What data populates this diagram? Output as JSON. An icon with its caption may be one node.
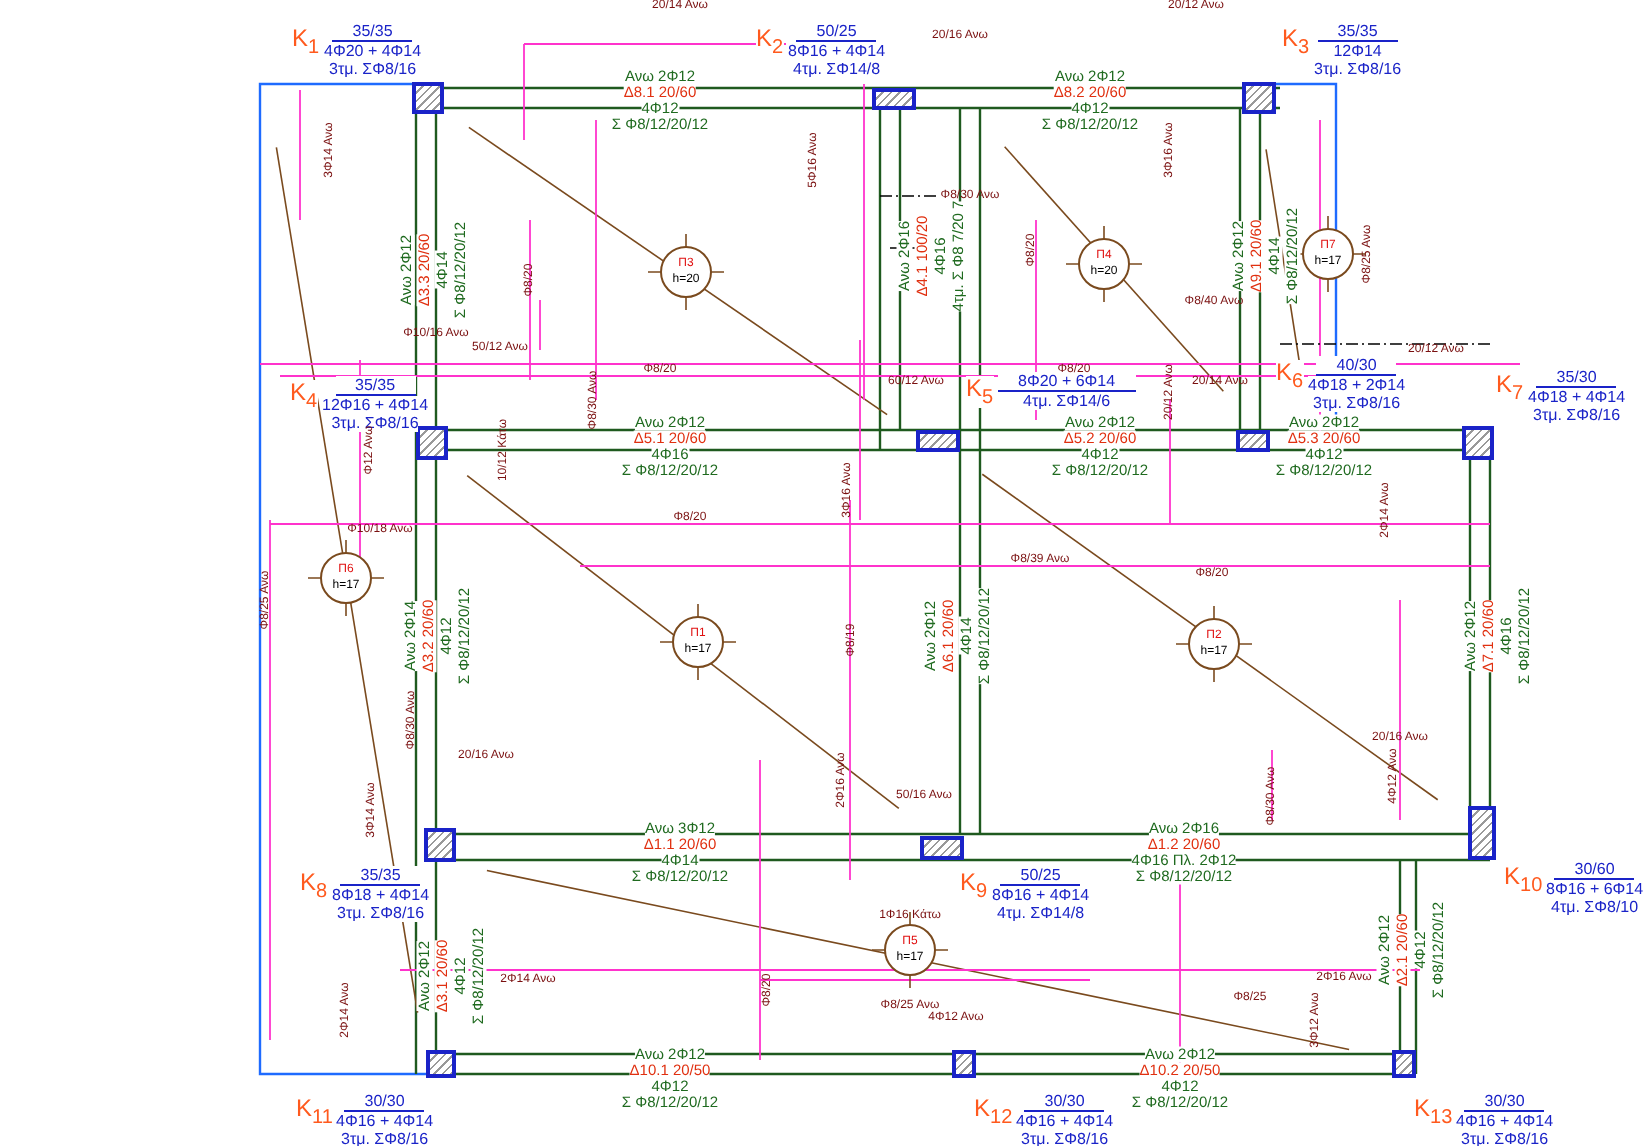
{
  "diagram": {
    "nodes": [
      {
        "text": [],
        "shape": "box",
        "beside": [
          "Κ$_{1}$",
          "35/35",
          "4Φ20 + 4Φ14",
          "3τμ. ΣΦ8/16"
        ]
      },
      {
        "text": [],
        "shape": "box",
        "beside": [
          "Κ$_{2}$",
          "50/25",
          "8Φ16 + 4Φ14",
          "4τμ. ΣΦ14/8"
        ]
      },
      {
        "text": [],
        "shape": "box",
        "beside": [
          "Κ$_{3}$",
          "35/35",
          "12Φ14",
          "3τμ. ΣΦ8/16"
        ]
      },
      {
        "text": [
          "Π3",
          "h=20"
        ]
      },
      {
        "text": [
          "Π4",
          "h=20"
        ]
      },
      {
        "text": [
          "Π7",
          "h=17"
        ]
      },
      {
        "text": [],
        "shape": "box",
        "beside": [
          "Κ$_{4}$",
          "35/35",
          "12Φ16 + 4Φ14",
          "3τμ. ΣΦ8/16"
        ]
      },
      {
        "text": [],
        "shape": "box",
        "beside": [
          "Κ$_{5}$",
          "8Φ20 + 6Φ14",
          "4τμ. ΣΦ14/6"
        ]
      },
      {
        "text": [],
        "shape": "box",
        "beside": [
          "Κ$_{6}$",
          "40/30",
          "4Φ18 + 2Φ14",
          "3τμ. ΣΦ8/16"
        ]
      },
      {
        "text": [],
        "shape": "box",
        "beside": [
          "Κ$_{7}$",
          "35/30",
          "4Φ18 + 4Φ14",
          "3τμ. ΣΦ8/16"
        ]
      },
      {
        "text": [
          "Π6",
          "h=17"
        ]
      },
      {
        "text": [
          "Π1",
          "h=17"
        ]
      },
      {
        "text": [
          "Π2",
          "h=17"
        ]
      },
      {
        "text": [],
        "shape": "box",
        "beside": [
          "Κ$_{8}$",
          "35/35",
          "8Φ18 + 4Φ14",
          "3τμ. ΣΦ8/16"
        ]
      },
      {
        "text": [],
        "shape": "box",
        "beside": [
          "Κ$_{9}$",
          "50/25",
          "8Φ16 + 4Φ14",
          "4τμ. ΣΦ14/8"
        ]
      },
      {
        "text": [],
        "shape": "box",
        "beside": [
          "Κ$_{10}$",
          "30/60",
          "8Φ16 + 6Φ14",
          "4τμ. ΣΦ8/10"
        ]
      },
      {
        "text": [
          "Π5",
          "h=17"
        ]
      },
      {
        "text": [],
        "shape": "box",
        "beside": [
          "Κ$_{11}$",
          "30/30",
          "4Φ16 + 4Φ14",
          "3τμ. ΣΦ8/16"
        ]
      },
      {
        "text": [],
        "shape": "box",
        "beside": [
          "Κ$_{12}$",
          "30/30",
          "4Φ16 + 4Φ14",
          "3τμ. ΣΦ8/16"
        ]
      },
      {
        "text": [],
        "shape": "box",
        "beside": [
          "Κ$_{13}$",
          "30/30",
          "4Φ16 + 4Φ14",
          "3τμ. ΣΦ8/16"
        ]
      }
    ],
    "labels": [
      "Ανω 2Φ12",
      "Δ8.1 20/60",
      "4Φ12",
      "Σ Φ8/12/20/12",
      "Ανω 2Φ12",
      "Δ8.2 20/60",
      "4Φ12",
      "Σ Φ8/12/20/12",
      "Ανω 2Φ12",
      "Δ3.3 20/60",
      "4Φ14",
      "Σ Φ8/12/20/12",
      "Ανω 2Φ16",
      "Δ4.1 100/20",
      "4Φ16",
      "4τμ. Σ Φ8 7/20 7",
      "Ανω 2Φ12",
      "Δ9.1 20/60",
      "4Φ14",
      "Σ Φ8/12/20/12",
      "Ανω 2Φ12",
      "Δ5.1 20/60",
      "4Φ16",
      "Σ Φ8/12/20/12",
      "Ανω 2Φ12",
      "Δ5.2 20/60",
      "4Φ12",
      "Σ Φ8/12/20/12",
      "Ανω 2Φ12",
      "Δ5.3 20/60",
      "4Φ12",
      "Σ Φ8/12/20/12",
      "Ανω 2Φ14",
      "Δ3.2 20/60",
      "4Φ12",
      "Σ Φ8/12/20/12",
      "Ανω 2Φ12",
      "Δ6.1 20/60",
      "4Φ14",
      "Σ Φ8/12/20/12",
      "Ανω 2Φ12",
      "Δ7.1 20/60",
      "4Φ16",
      "Σ Φ8/12/20/12",
      "Ανω 3Φ12",
      "Δ1.1 20/60",
      "4Φ14",
      "Σ Φ8/12/20/12",
      "Ανω 2Φ16",
      "Δ1.2 20/60",
      "4Φ16 Πλ. 2Φ12",
      "Σ Φ8/12/20/12",
      "Ανω 2Φ12",
      "Δ3.1 20/60",
      "4Φ12",
      "Σ Φ8/12/20/12",
      "Ανω 2Φ12",
      "Δ2.1 20/60",
      "4Φ12",
      "Σ Φ8/12/20/12",
      "Ανω 2Φ12",
      "Δ10.1 20/50",
      "4Φ12",
      "Σ Φ8/12/20/12",
      "Ανω 2Φ12",
      "Δ10.2 20/50",
      "4Φ12",
      "Σ Φ8/12/20/12",
      "20/14 Ανω",
      "20/16 Ανω",
      "20/12 Ανω",
      "3Φ14 Ανω",
      "5Φ16 Ανω",
      "3Φ16 Ανω",
      "Φ8/20",
      "Φ8/30 Ανω",
      "Φ8/20",
      "Φ8/25 Ανω",
      "Φ8/40 Ανω",
      "Φ10/16 Ανω",
      "50/12 Ανω",
      "20/12 Ανω",
      "Φ8/20",
      "Φ8/30 Ανω",
      "Φ8/20",
      "60/12 Ανω",
      "20/12 Ανω",
      "20/14 Ανω",
      "Φ12 Ανω",
      "10/12 Κάτω",
      "3Φ16 Ανω",
      "2Φ14 Ανω",
      "Φ10/18 Ανω",
      "Φ8/20",
      "Φ8/25 Ανω",
      "Φ8/39 Ανω",
      "Φ8/20",
      "Φ8/19",
      "Φ8/30 Ανω",
      "3Φ14 Ανω",
      "20/16 Ανω",
      "2Φ16 Ανω",
      "50/16 Ανω",
      "Φ8/30 Ανω",
      "20/16 Ανω",
      "4Φ12 Ανω",
      "1Φ16 Κάτω",
      "2Φ14 Ανω",
      "Φ8/20",
      "2Φ14 Ανω",
      "Φ8/25 Ανω",
      "4Φ12 Ανω",
      "Φ8/25",
      "2Φ16 Ανω",
      "3Φ12 Ανω"
    ]
  }
}
